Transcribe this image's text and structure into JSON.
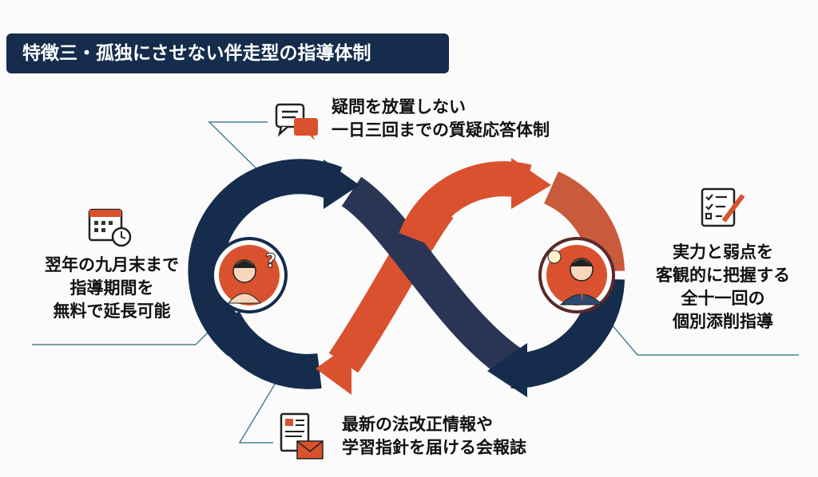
{
  "title": "特徴三・孤独にさせない伴走型の指導体制",
  "features": {
    "top": {
      "icon": "chat-bubbles-icon",
      "lines": [
        "疑問を放置しない",
        "一日三回までの質疑応答体制"
      ]
    },
    "left": {
      "icon": "calendar-clock-icon",
      "lines": [
        "翌年の九月末まで",
        "指導期間を",
        "無料で延長可能"
      ]
    },
    "right": {
      "icon": "checklist-pencil-icon",
      "lines": [
        "実力と弱点を",
        "客観的に把握する",
        "全十一回の",
        "個別添削指導"
      ]
    },
    "bottom": {
      "icon": "newsletter-mail-icon",
      "lines": [
        "最新の法改正情報や",
        "学習指針を届ける会報誌"
      ]
    }
  },
  "colors": {
    "navy": "#152c4c",
    "orange": "#d9512f",
    "line": "#4a7f95"
  }
}
